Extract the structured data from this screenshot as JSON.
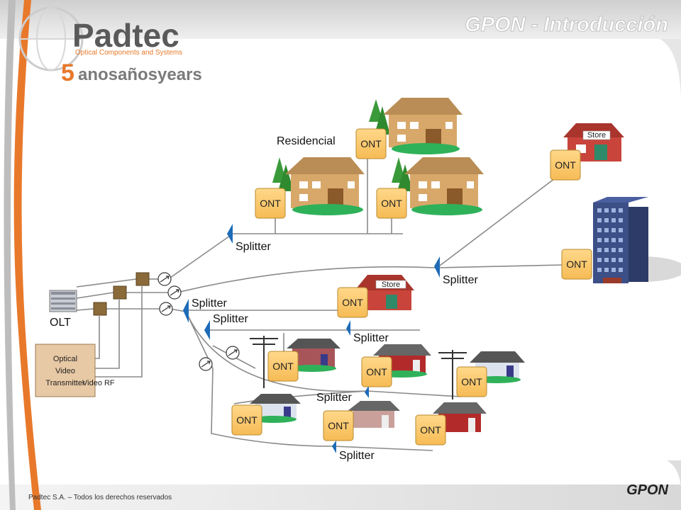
{
  "header": {
    "title": "GPON - Introducción",
    "logo_name": "Padtec",
    "logo_tagline": "Optical Components and Systems",
    "logo_anniversary_number": "5",
    "logo_anniversary_text": "anosañosyears"
  },
  "footer": {
    "copyright": "Padtec S.A. – Todos los derechos reservados",
    "section": "GPON"
  },
  "diagram": {
    "ont_label": "ONT",
    "splitter_label": "Splitter",
    "olt_label": "OLT",
    "residencial_label": "Residencial",
    "store_label": "Store",
    "optical_video_transmitter": [
      "Optical",
      "Video",
      "Transmitter"
    ],
    "video_rf_label": "Video RF"
  },
  "colors": {
    "ont_fill": "#fcc96a",
    "ont_stroke": "#b88a2e",
    "splitter_blue": "#1e6bb8",
    "title_white": "#ffffff",
    "transmitter_fill": "#e8c9a5",
    "coupler_fill": "#8b6a3a",
    "house_wood": "#d8a86a",
    "store_red": "#c9453b",
    "office_blue": "#3c4f86",
    "line_gray": "#8a8a8a",
    "accent_orange": "#e8792b"
  }
}
